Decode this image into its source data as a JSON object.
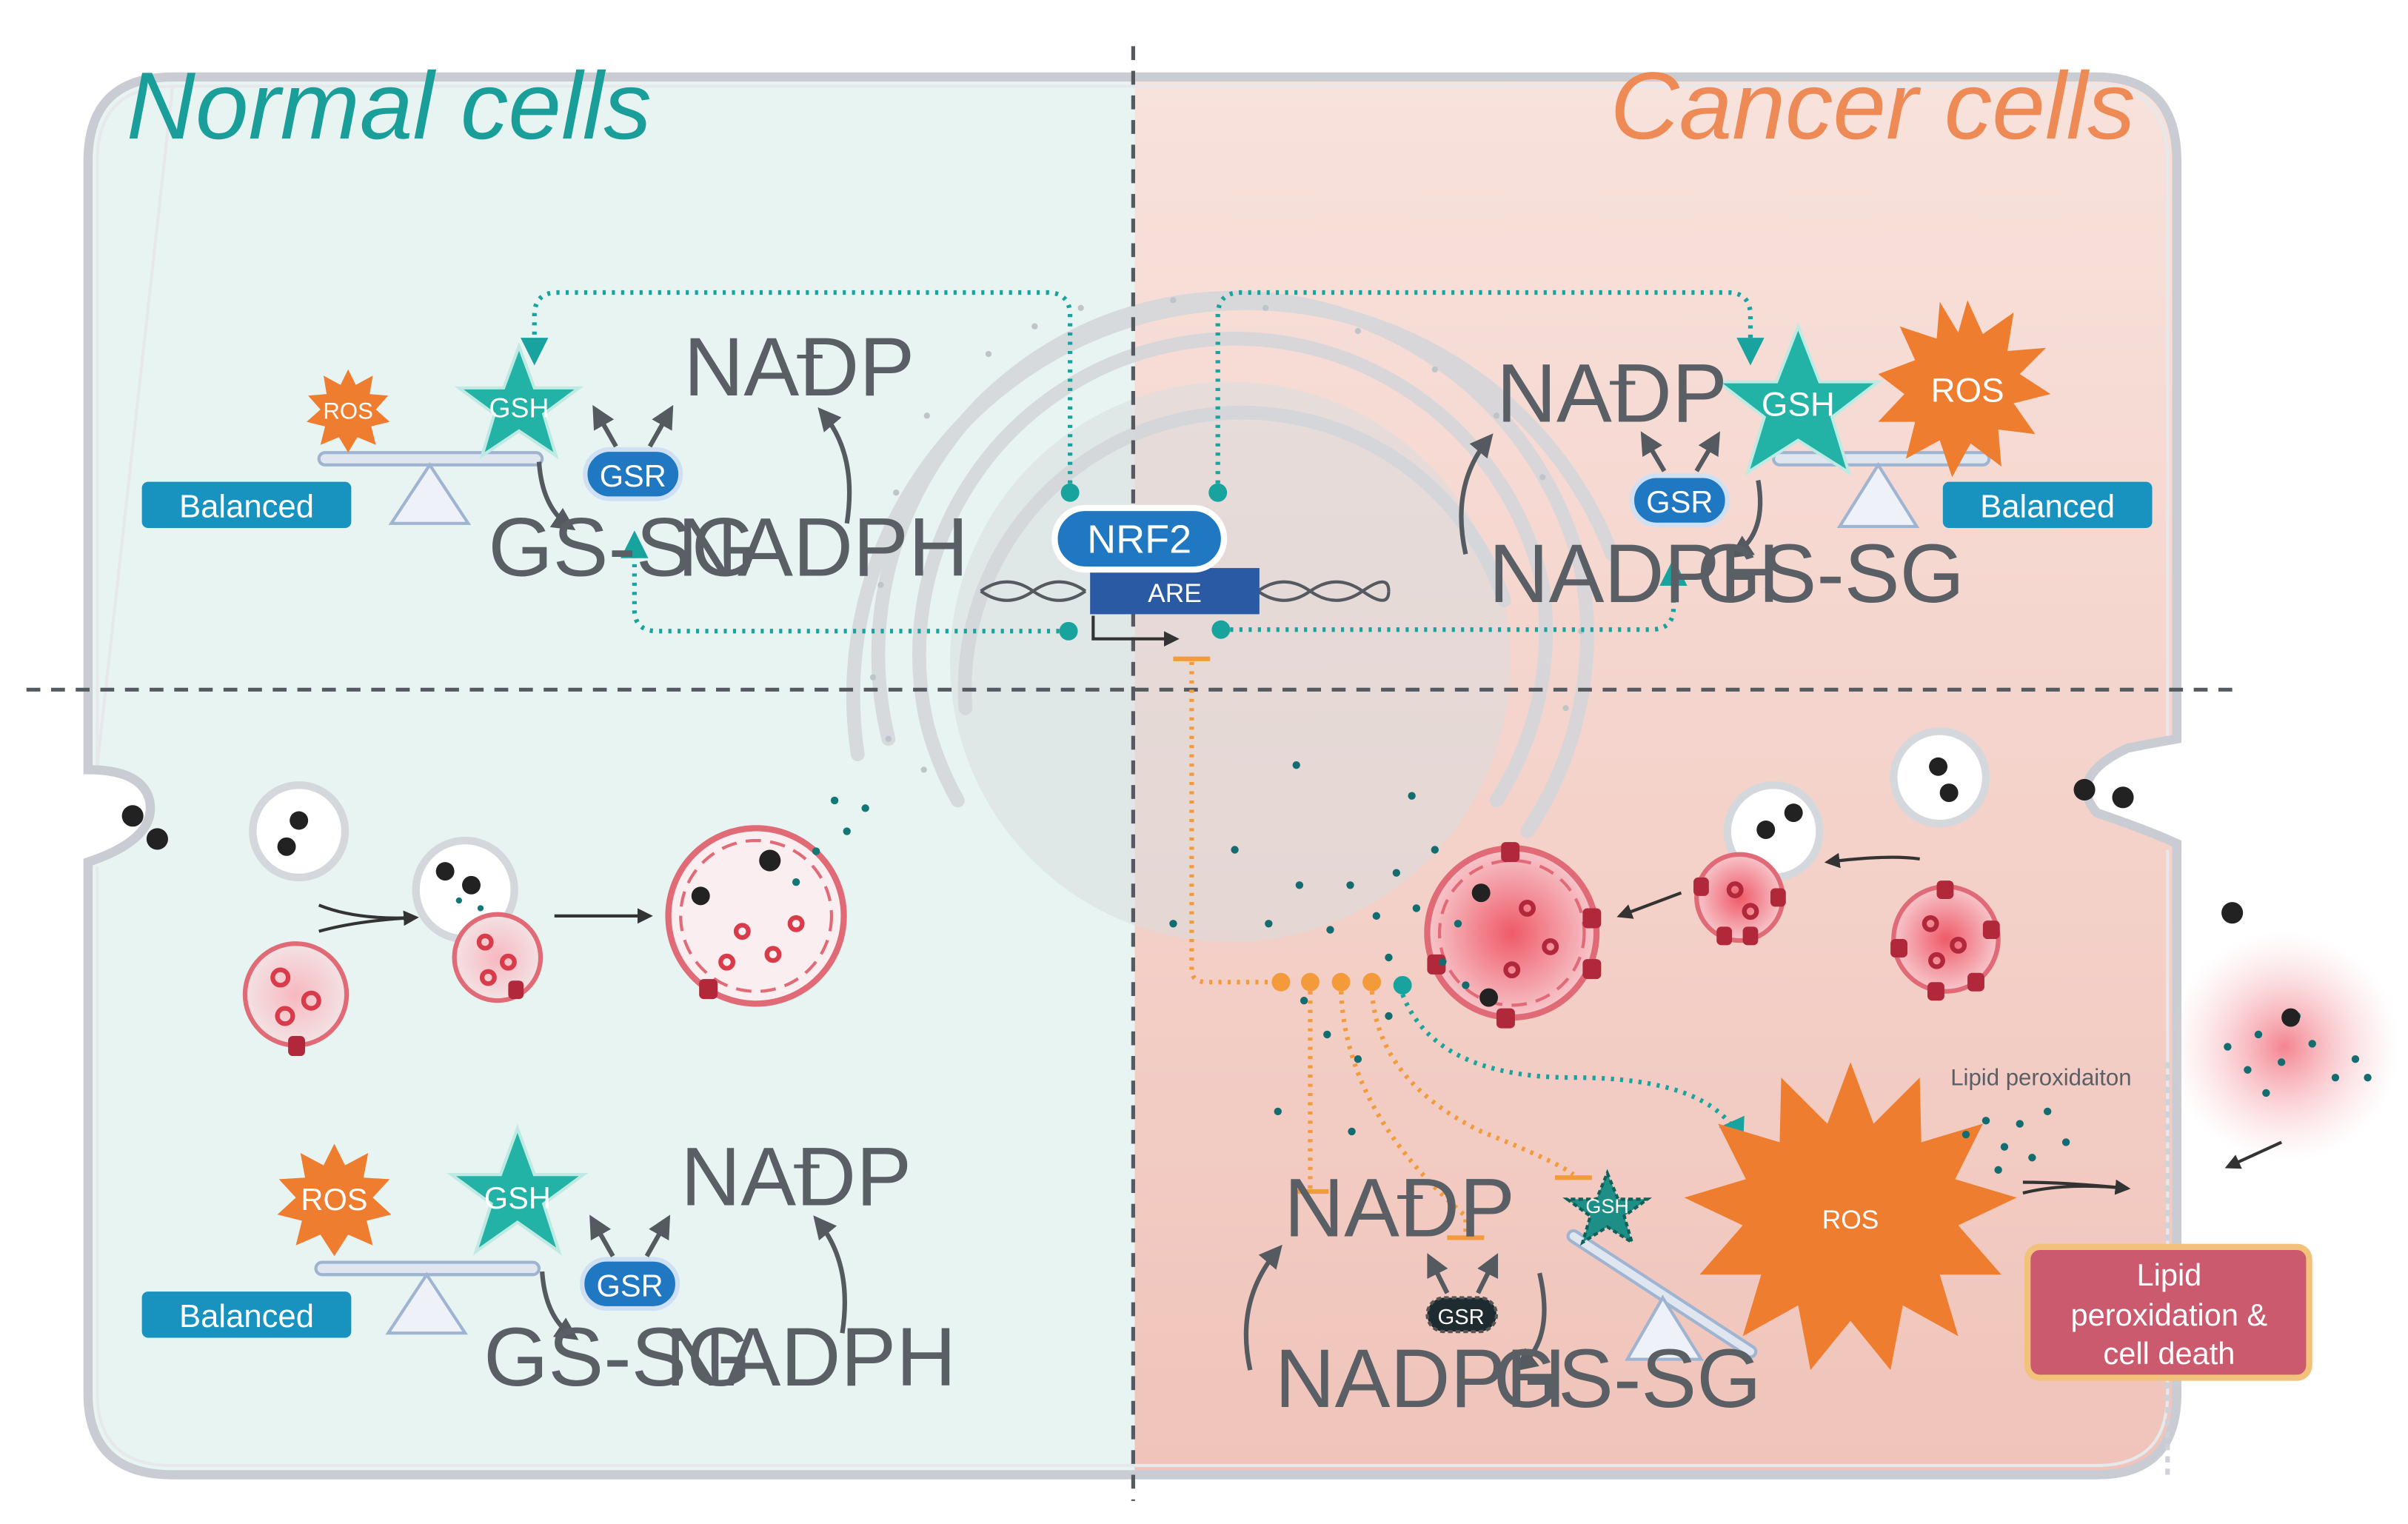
{
  "titles": {
    "normal": "Normal cells",
    "cancer": "Cancer cells"
  },
  "labels": {
    "balanced": "Balanced",
    "ros": "ROS",
    "gsh": "GSH",
    "gsr": "GSR",
    "nadp": "NADP",
    "nadp_sup": "+",
    "nadph": "NADPH",
    "gssg": "GS-SG",
    "nrf2": "NRF2",
    "are": "ARE",
    "lipid_peroxidation_small": "Lipid peroxidaiton",
    "death_line1": "Lipid",
    "death_line2": "peroxidation &",
    "death_line3": "cell death"
  },
  "colors": {
    "normal_bg": "#e8f4f2",
    "cancer_bg": "#f6ddd6",
    "teal": "#18a39f",
    "teal_dark": "#0f7d7a",
    "blue": "#1f78c1",
    "balanced_blue": "#1892bf",
    "ros_orange": "#ee7d2f",
    "inhibit_orange": "#f39a3a",
    "death_box": "#cc5a6e",
    "death_border": "#f2c27a",
    "lysosome_red": "#d83c4a",
    "gray_text": "#5a5f66",
    "arrow_gray": "#555a61"
  },
  "icons": [
    "scale-icon",
    "star-icon",
    "starburst-icon",
    "dna-icon",
    "lysosome-icon",
    "vesicle-icon",
    "er-icon",
    "nucleus-icon"
  ]
}
